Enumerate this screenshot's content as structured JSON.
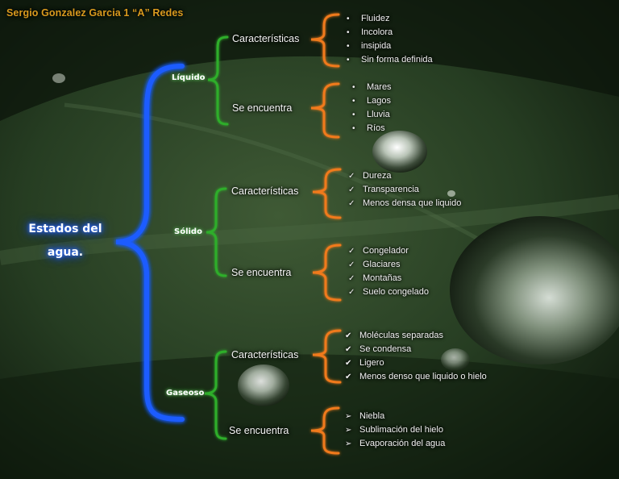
{
  "author": "Sergio Gonzalez Garcia 1 “A” Redes",
  "root_label": "Estados del agua.",
  "colors": {
    "root_brace": "#1f5cff",
    "state_brace": "#2fae2a",
    "item_brace": "#f07a1a",
    "author_text": "#d99a1e"
  },
  "states": [
    {
      "name": "Líquido",
      "branches": [
        {
          "label": "Características",
          "marker": "bullet",
          "items": [
            "Fluidez",
            "Incolora",
            "insipida",
            "Sin forma definida"
          ]
        },
        {
          "label": "Se encuentra",
          "marker": "bullet",
          "items": [
            "Mares",
            "Lagos",
            "Lluvia",
            "Ríos"
          ]
        }
      ]
    },
    {
      "name": "Sólido",
      "branches": [
        {
          "label": "Características",
          "marker": "check",
          "items": [
            "Dureza",
            "Transparencia",
            "Menos densa que liquido"
          ]
        },
        {
          "label": "Se encuentra",
          "marker": "check",
          "items": [
            "Congelador",
            "Glaciares",
            "Montañas",
            "Suelo congelado"
          ]
        }
      ]
    },
    {
      "name": "Gaseoso",
      "branches": [
        {
          "label": "Características",
          "marker": "check-light",
          "items": [
            "Moléculas separadas",
            "Se condensa",
            "Ligero",
            "Menos denso que liquido o hielo"
          ]
        },
        {
          "label": "Se encuentra",
          "marker": "arrow",
          "items": [
            "Niebla",
            "Sublimación del hielo",
            "Evaporación del agua"
          ]
        }
      ]
    }
  ]
}
